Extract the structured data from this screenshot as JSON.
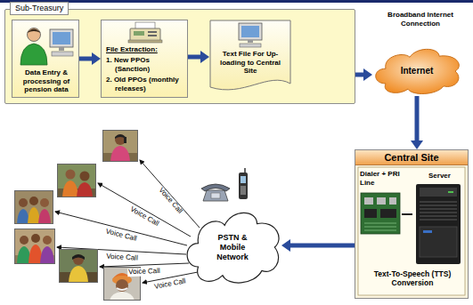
{
  "diagram": {
    "nodes": [
      {
        "text": [
          "Sub-Treasury"
        ]
      },
      {
        "text": [
          "Data Entry & processing of pension data"
        ],
        "in": 0
      },
      {
        "text": [
          "File Extraction:",
          "1. New PPOs (Sanction)",
          "2. Old PPOs (monthly releases)"
        ],
        "in": 0
      },
      {
        "text": [
          "Text File For Up-loading to Central Site"
        ],
        "in": 0
      },
      {
        "text": [
          "Internet"
        ]
      },
      {
        "text": [
          "Central Site",
          "Dialer + PRI Line",
          "Server",
          "Text-To-Speech (TTS) Conversion"
        ]
      },
      {
        "text": [
          "PSTN & Mobile Network"
        ]
      }
    ],
    "edges": [
      {
        "from": 1,
        "to": 2,
        "arrow": "to"
      },
      {
        "from": 2,
        "to": 3,
        "arrow": "to"
      },
      {
        "from": 0,
        "to": 4,
        "arrow": "to"
      },
      {
        "from": 4,
        "to": 5,
        "arrow": "to"
      },
      {
        "from": 5,
        "to": 6,
        "arrow": "to"
      }
    ],
    "labels": [
      "Broadband Internet Connection",
      "Voice Call",
      "Voice Call",
      "Voice Call",
      "Voice Call",
      "Voice Call",
      "Voice Call"
    ]
  }
}
